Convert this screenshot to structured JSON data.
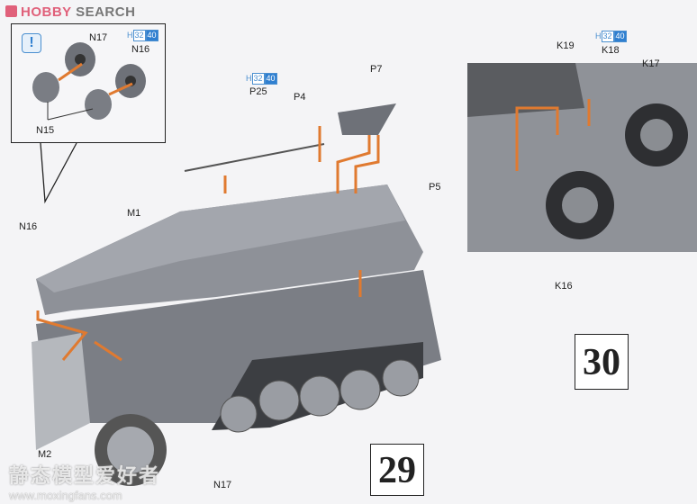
{
  "logo": {
    "brand_a": "HOBBY",
    "brand_b": "SEARCH"
  },
  "inset": {
    "parts": [
      "N17",
      "N16",
      "N15"
    ],
    "badge": {
      "h": "H",
      "a": "32",
      "b": "40"
    }
  },
  "step29": {
    "number": "29",
    "parts": {
      "p25": "P25",
      "p4": "P4",
      "p7": "P7",
      "p5": "P5",
      "m1": "M1",
      "n16": "N16",
      "m2": "M2",
      "n17": "N17"
    },
    "badge": {
      "h": "H",
      "a": "32",
      "b": "40"
    }
  },
  "step30": {
    "number": "30",
    "parts": {
      "k19": "K19",
      "k18": "K18",
      "k17": "K17",
      "k16": "K16"
    },
    "badge": {
      "h": "H",
      "a": "32",
      "b": "40"
    }
  },
  "watermark": {
    "title": "静态模型爱好者",
    "url": "www.moxingfans.com"
  },
  "colors": {
    "arrow": "#e07a30",
    "hull": "#8c8f96",
    "badge": "#2f7fd0"
  }
}
